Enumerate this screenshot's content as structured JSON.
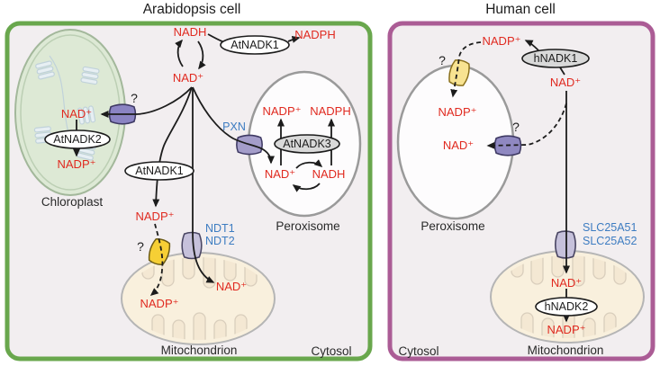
{
  "figure": {
    "panels": {
      "arabidopsis": {
        "title": "Arabidopsis cell",
        "cytosol_label": "Cytosol",
        "nadh": "NADH",
        "nad": "NAD⁺",
        "nadk1_top": "AtNADK1",
        "nadph": "NADPH",
        "nadk1_lower": "AtNADK1",
        "nadp_cytosol": "NADP⁺",
        "chloroplast": {
          "label": "Chloroplast",
          "question": "?",
          "nad": "NAD⁺",
          "enzyme": "AtNADK2",
          "nadp": "NADP⁺"
        },
        "peroxisome": {
          "label": "Peroxisome",
          "transporter": "PXN",
          "nadp": "NADP⁺",
          "nadph": "NADPH",
          "enzyme": "AtNADK3",
          "nad": "NAD⁺",
          "nadh": "NADH"
        },
        "mitochondrion": {
          "label": "Mitochondrion",
          "question": "?",
          "ndt1": "NDT1",
          "ndt2": "NDT2",
          "nadp": "NADP⁺",
          "nad": "NAD⁺"
        }
      },
      "human": {
        "title": "Human cell",
        "cytosol_label": "Cytosol",
        "nadp_top": "NADP⁺",
        "nadk1": "hNADK1",
        "nad": "NAD⁺",
        "question_nadp_transporter": "?",
        "question_nad_transporter": "?",
        "peroxisome": {
          "label": "Peroxisome",
          "nadp": "NADP⁺",
          "nad": "NAD⁺"
        },
        "mitochondrion": {
          "label": "Mitochondrion",
          "slc1": "SLC25A51",
          "slc2": "SLC25A52",
          "nad": "NAD⁺",
          "enzyme": "hNADK2",
          "nadp": "NADP⁺"
        }
      }
    },
    "colors": {
      "metabolite_red": "#e02a20",
      "transporter_label_blue": "#3d7cc1",
      "arabidopsis_border_green": "#69a74d",
      "human_border_purple": "#ab5c95",
      "panel_background": "#f2eef0",
      "purple_transporter": "#8b84c3",
      "lavender_transporter": "#c6c1db",
      "yellow_transporter": "#f6cf35"
    }
  }
}
